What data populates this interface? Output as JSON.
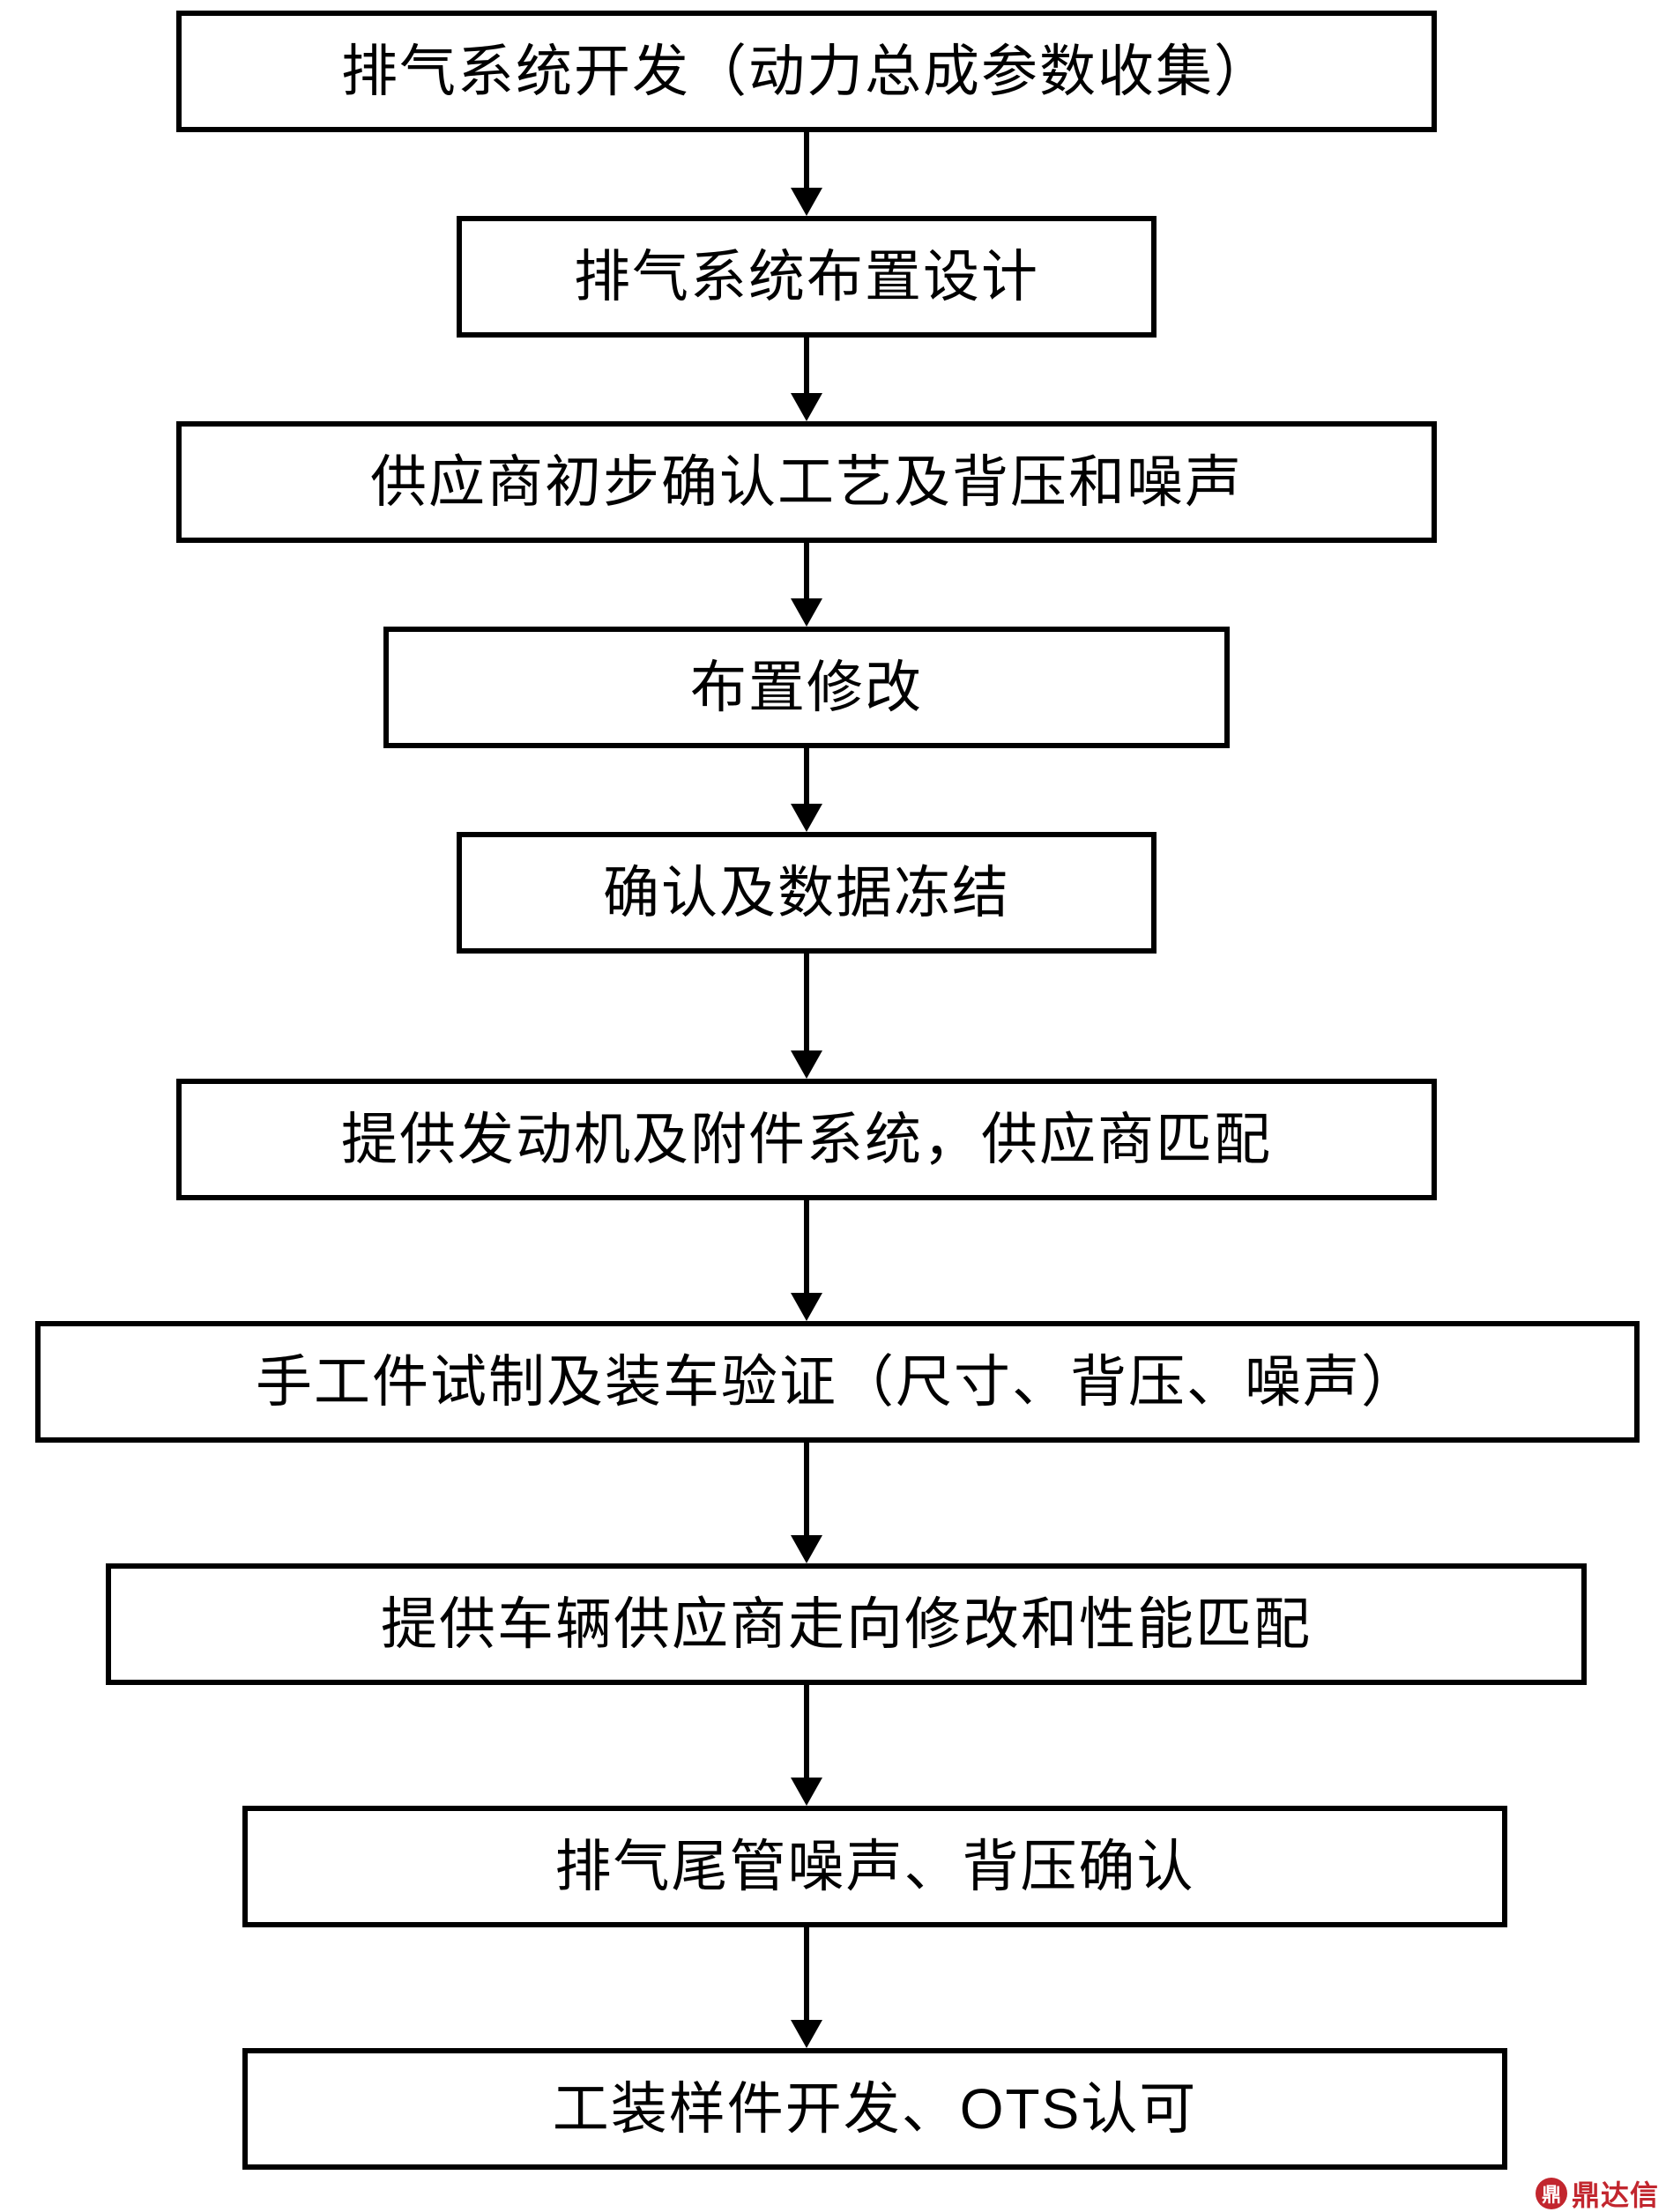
{
  "diagram": {
    "type": "flowchart",
    "direction": "top-down",
    "steps": [
      {
        "label": "排气系统开发（动力总成参数收集）"
      },
      {
        "label": "排气系统布置设计"
      },
      {
        "label": "供应商初步确认工艺及背压和噪声"
      },
      {
        "label": "布置修改"
      },
      {
        "label": "确认及数据冻结"
      },
      {
        "label": "提供发动机及附件系统，供应商匹配"
      },
      {
        "label": "手工件试制及装车验证（尺寸、背压、噪声）"
      },
      {
        "label": "提供车辆供应商走向修改和性能匹配"
      },
      {
        "label": "排气尾管噪声、背压确认"
      },
      {
        "label": "工装样件开发、OTS认可"
      }
    ],
    "box_border_color": "#000000",
    "arrow_color": "#000000",
    "background_color": "#ffffff"
  },
  "watermark": {
    "brand": "鼎达信",
    "logo_glyph": "鼎",
    "color": "#c2262e"
  }
}
